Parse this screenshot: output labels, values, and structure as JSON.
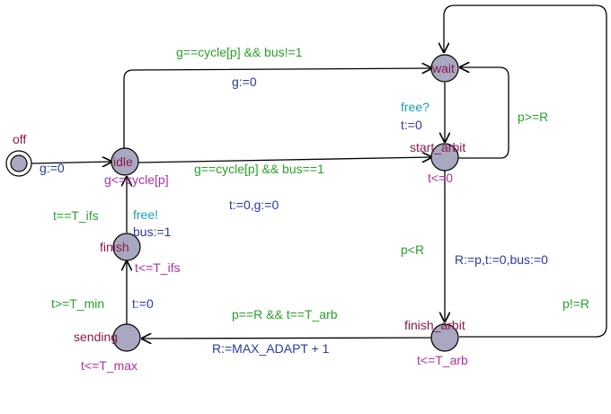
{
  "locations": {
    "off": {
      "name": "off"
    },
    "idle": {
      "name": "idle",
      "invariant": "g<=cycle[p]"
    },
    "wait": {
      "name": "wait"
    },
    "start_arbit": {
      "name": "start_arbit",
      "invariant": "t<=0"
    },
    "finish_arbit": {
      "name": "finish_arbit",
      "invariant": "t<=T_arb"
    },
    "sending": {
      "name": "sending",
      "invariant": "t<=T_max"
    },
    "finish": {
      "name": "finish",
      "invariant": "t<=T_ifs"
    }
  },
  "edges": {
    "off_idle": {
      "assign": "g:=0"
    },
    "idle_wait": {
      "guard": "g==cycle[p] && bus!=1",
      "assign": "g:=0"
    },
    "idle_start": {
      "guard": "g==cycle[p] && bus==1",
      "assign": "t:=0,g:=0"
    },
    "wait_start": {
      "sync": "free?",
      "assign": "t:=0"
    },
    "start_wait": {
      "guard": "p>=R"
    },
    "start_finish": {
      "guard": "p<R",
      "assign": "R:=p,t:=0,bus:=0"
    },
    "finish_wait": {
      "guard": "p!=R"
    },
    "finisharb_sending": {
      "guard": "p==R && t==T_arb",
      "assign": "R:=MAX_ADAPT + 1"
    },
    "sending_finish": {
      "guard": "t>=T_min",
      "assign": "t:=0"
    },
    "finish_idle": {
      "guard": "t==T_ifs",
      "sync": "free!",
      "assign": "bus:=1"
    }
  },
  "colors": {
    "location_fill": "#a8a8c0",
    "name": "#8b1a4a",
    "invariant": "#b030a0",
    "guard": "#2aa02a",
    "assignment": "#2a3aa0",
    "sync": "#1aa0b0"
  }
}
